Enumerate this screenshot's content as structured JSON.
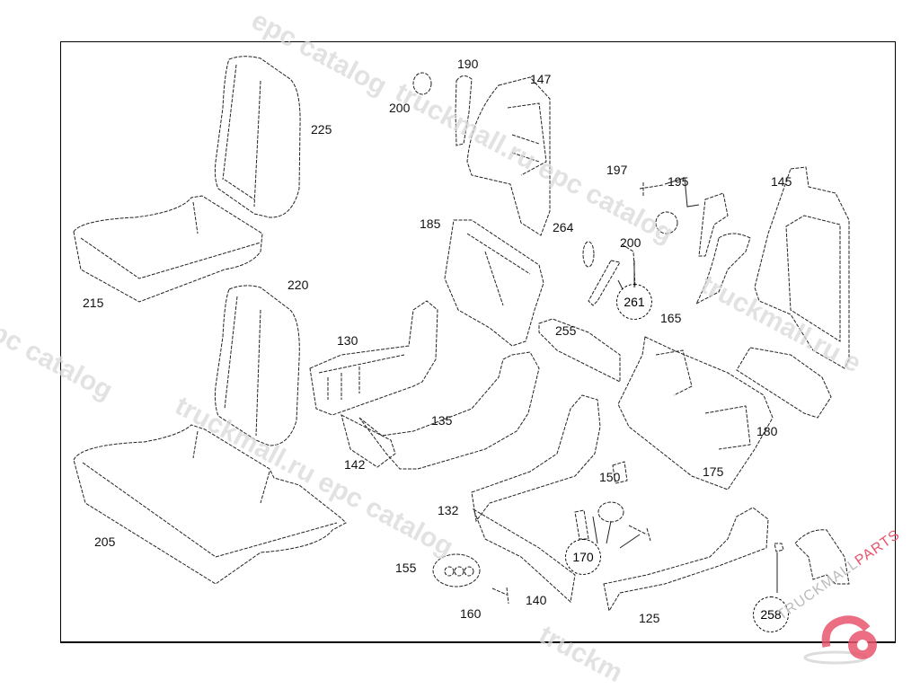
{
  "diagram": {
    "type": "exploded parts diagram",
    "subject": "vehicle seat components",
    "parts": [
      {
        "ref": "225",
        "circled": false
      },
      {
        "ref": "215",
        "circled": false
      },
      {
        "ref": "220",
        "circled": false
      },
      {
        "ref": "205",
        "circled": false
      },
      {
        "ref": "200",
        "circled": false,
        "instance": "top-left"
      },
      {
        "ref": "190",
        "circled": false
      },
      {
        "ref": "147",
        "circled": false
      },
      {
        "ref": "197",
        "circled": false
      },
      {
        "ref": "195",
        "circled": false
      },
      {
        "ref": "145",
        "circled": false
      },
      {
        "ref": "200",
        "circled": false,
        "instance": "right"
      },
      {
        "ref": "185",
        "circled": false
      },
      {
        "ref": "264",
        "circled": false
      },
      {
        "ref": "261",
        "circled": true
      },
      {
        "ref": "165",
        "circled": false
      },
      {
        "ref": "130",
        "circled": false
      },
      {
        "ref": "255",
        "circled": false
      },
      {
        "ref": "135",
        "circled": false
      },
      {
        "ref": "142",
        "circled": false
      },
      {
        "ref": "180",
        "circled": false
      },
      {
        "ref": "175",
        "circled": false
      },
      {
        "ref": "150",
        "circled": false
      },
      {
        "ref": "132",
        "circled": false
      },
      {
        "ref": "170",
        "circled": true
      },
      {
        "ref": "155",
        "circled": false
      },
      {
        "ref": "160",
        "circled": false
      },
      {
        "ref": "140",
        "circled": false
      },
      {
        "ref": "125",
        "circled": false
      },
      {
        "ref": "258",
        "circled": true
      }
    ]
  },
  "watermarks": [
    "truckmall.ru epc catalog",
    "truckmall.ru epc catalog",
    "epc catalog",
    "truckmall.ru e",
    "truckm"
  ],
  "logo": {
    "text_gray": "TRUCKMALL",
    "text_red": "PARTS",
    "accent_color": "#e8556d"
  }
}
